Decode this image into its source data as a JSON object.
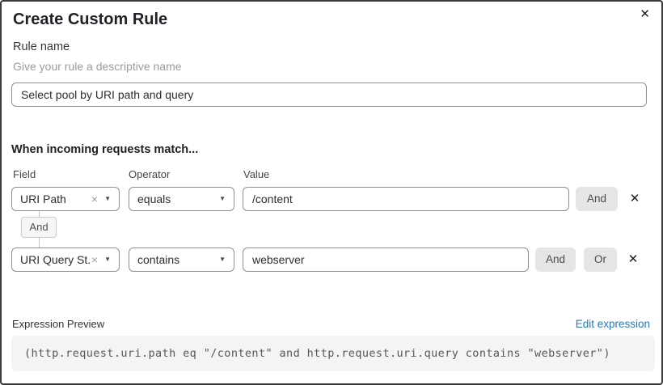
{
  "dialog": {
    "title": "Create Custom Rule",
    "close_icon": "✕"
  },
  "rule_name": {
    "label": "Rule name",
    "helper": "Give your rule a descriptive name",
    "value": "Select pool by URI path and query"
  },
  "matcher": {
    "heading": "When incoming requests match...",
    "columns": {
      "field": "Field",
      "operator": "Operator",
      "value": "Value"
    },
    "icons": {
      "clear": "×",
      "caret": "▼",
      "remove": "✕"
    },
    "connector": "And",
    "rows": [
      {
        "field": "URI Path",
        "operator": "equals",
        "value": "/content",
        "and_label": "And"
      },
      {
        "field": "URI Query St...",
        "operator": "contains",
        "value": "webserver",
        "and_label": "And",
        "or_label": "Or"
      }
    ]
  },
  "expression": {
    "label": "Expression Preview",
    "edit_link": "Edit expression",
    "code": "(http.request.uri.path eq \"/content\" and http.request.uri.query contains \"webserver\")"
  },
  "colors": {
    "link_blue": "#2879b4",
    "button_gray": "#e5e5e5",
    "code_background": "#f4f4f4",
    "input_border": "#8f8f8f"
  }
}
